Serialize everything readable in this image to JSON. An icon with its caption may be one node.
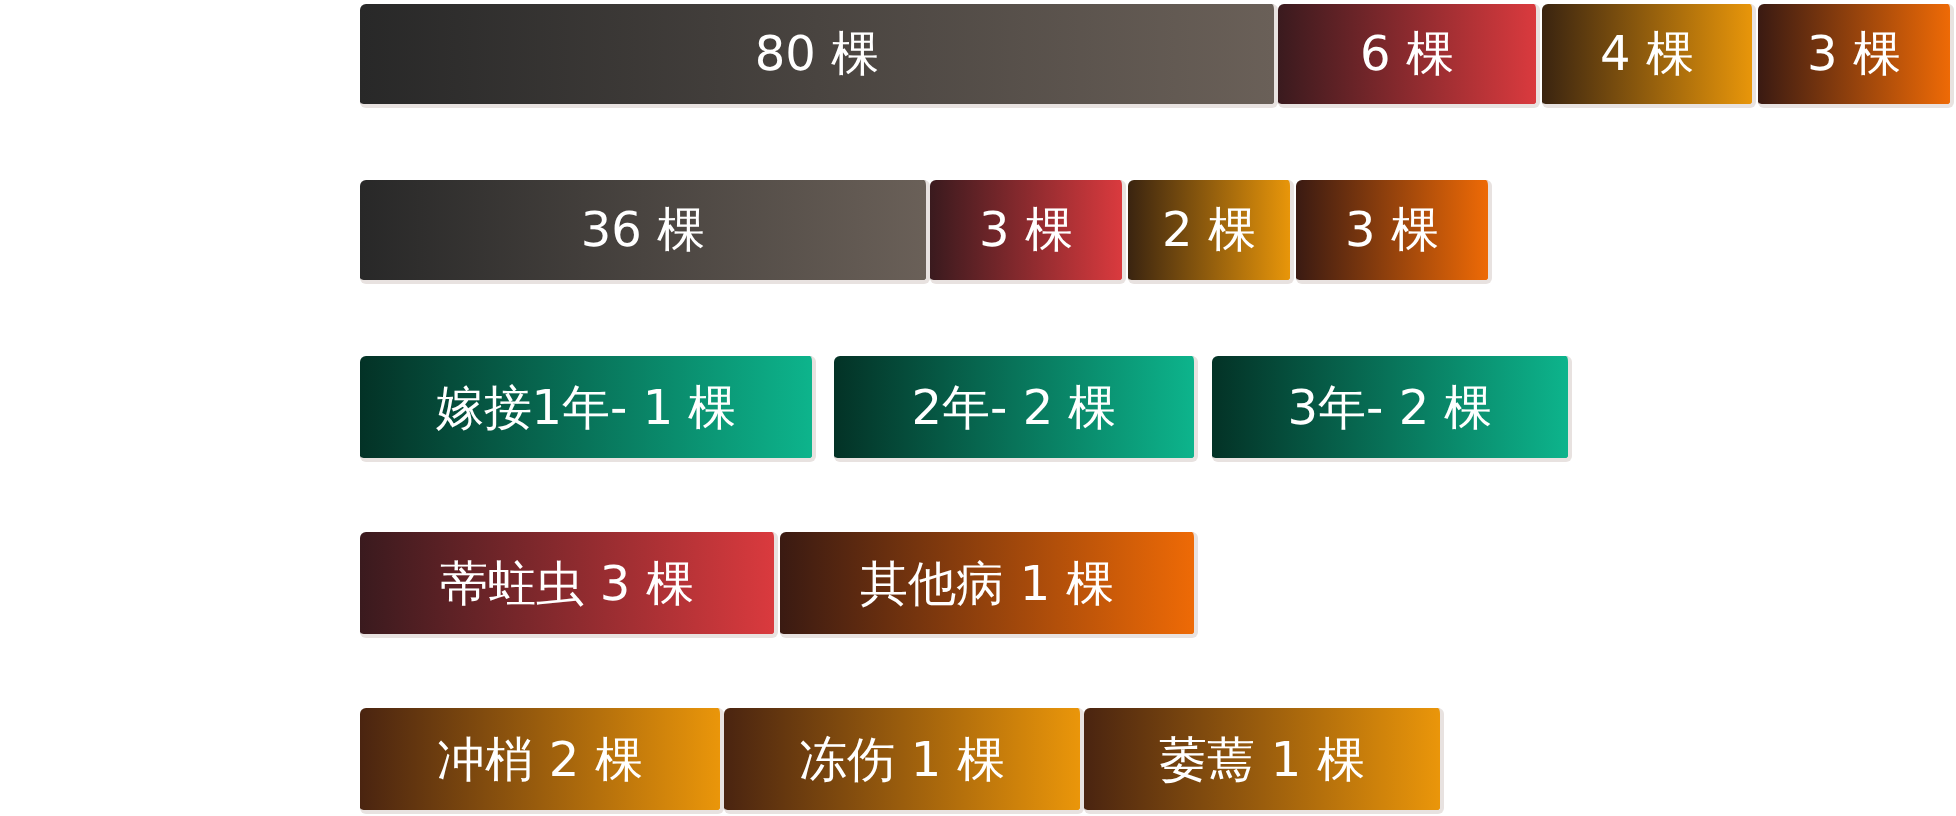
{
  "diagram": {
    "nodes": [
      {
        "text": [
          "80 棵"
        ]
      },
      {
        "text": [
          "6 棵"
        ]
      },
      {
        "text": [
          "4 棵"
        ]
      },
      {
        "text": [
          "3 棵"
        ]
      },
      {
        "text": [
          "36 棵"
        ]
      },
      {
        "text": [
          "3 棵"
        ]
      },
      {
        "text": [
          "2 棵"
        ]
      },
      {
        "text": [
          "3 棵"
        ]
      },
      {
        "text": [
          "嫁接1年- 1 棵"
        ]
      },
      {
        "text": [
          "2年- 2 棵"
        ]
      },
      {
        "text": [
          "3年- 2 棵"
        ]
      },
      {
        "text": [
          "蒂蛀虫 3 棵"
        ]
      },
      {
        "text": [
          "其他病 1 棵"
        ]
      },
      {
        "text": [
          "冲梢 2 棵"
        ]
      },
      {
        "text": [
          "冻伤 1 棵"
        ]
      },
      {
        "text": [
          "萎蔫 1 棵"
        ]
      }
    ]
  }
}
